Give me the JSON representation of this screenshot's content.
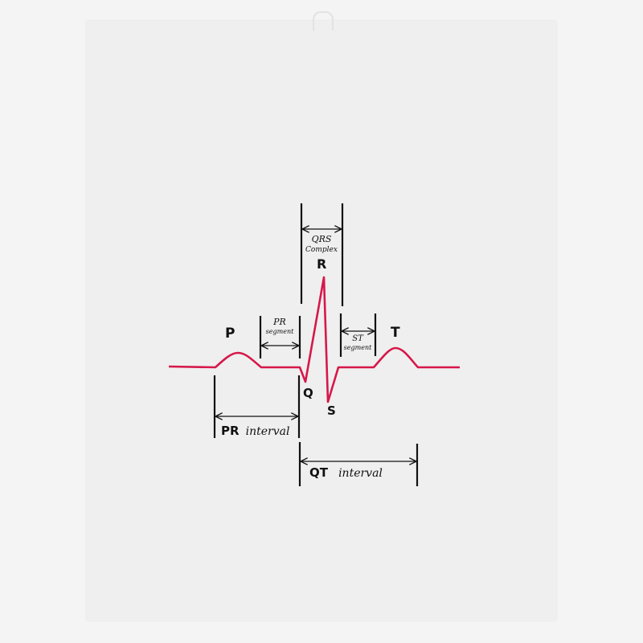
{
  "colors": {
    "trace": "#d6184a",
    "ink": "#111111",
    "towel": "#efefef"
  },
  "waves": {
    "p": "P",
    "q": "Q",
    "r": "R",
    "s": "S",
    "t": "T"
  },
  "annotations": {
    "qrs_line1": "QRS",
    "qrs_line2": "Complex",
    "pr_segment_line1": "PR",
    "pr_segment_line2": "segment",
    "st_segment_line1": "ST",
    "st_segment_line2": "segment",
    "pr_interval_bold": "PR",
    "pr_interval_italic": "interval",
    "qt_interval_bold": "QT",
    "qt_interval_italic": "interval"
  }
}
